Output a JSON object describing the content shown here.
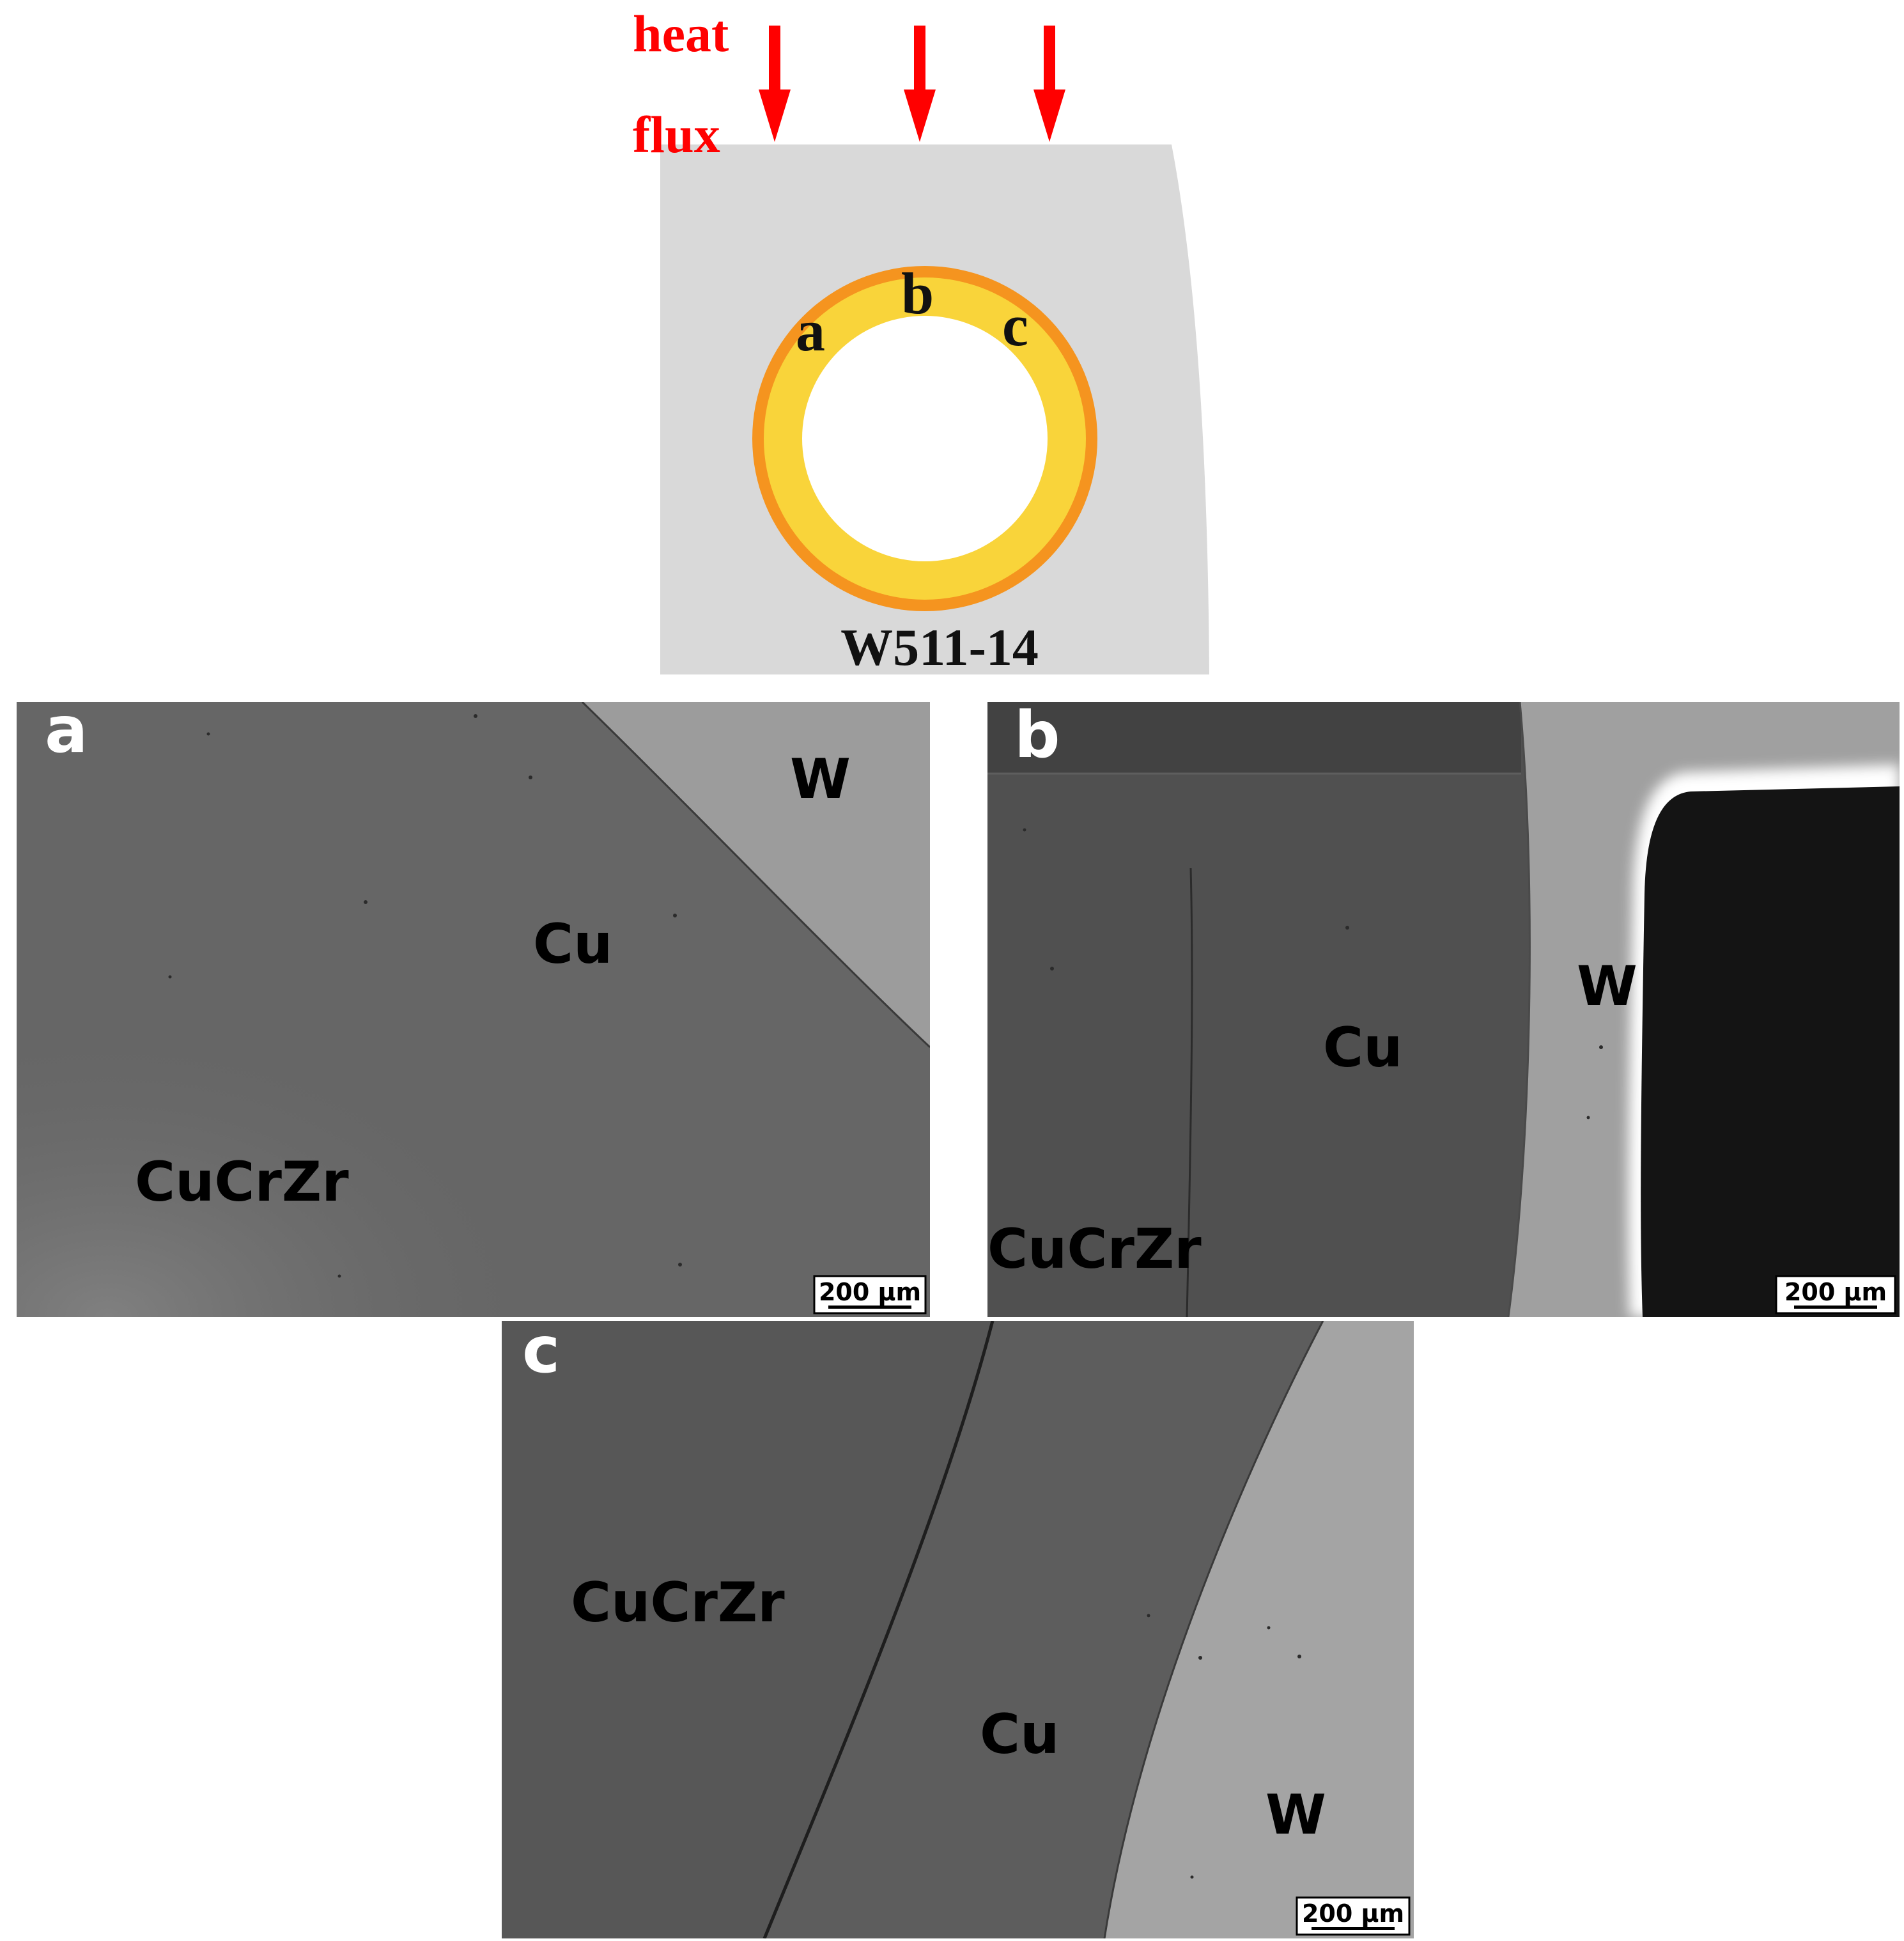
{
  "schematic": {
    "heat_flux_line1": "heat",
    "heat_flux_line2": "flux",
    "label_a": "a",
    "label_b": "b",
    "label_c": "c",
    "sample_id": "W511-14",
    "colors": {
      "block": "#d9d9d9",
      "outer_ring": "#f5941f",
      "inner_ring": "#f9d43a",
      "arrow": "#ff0000"
    }
  },
  "panels": [
    {
      "letter": "a",
      "labels": {
        "cucrzr": "CuCrZr",
        "cu": "Cu",
        "w": "W"
      },
      "scale_bar": "200 µm"
    },
    {
      "letter": "b",
      "labels": {
        "cucrzr": "CuCrZr",
        "cu": "Cu",
        "w": "W"
      },
      "scale_bar": "200 µm"
    },
    {
      "letter": "c",
      "labels": {
        "cucrzr": "CuCrZr",
        "cu": "Cu",
        "w": "W"
      },
      "scale_bar": "200 µm"
    }
  ]
}
